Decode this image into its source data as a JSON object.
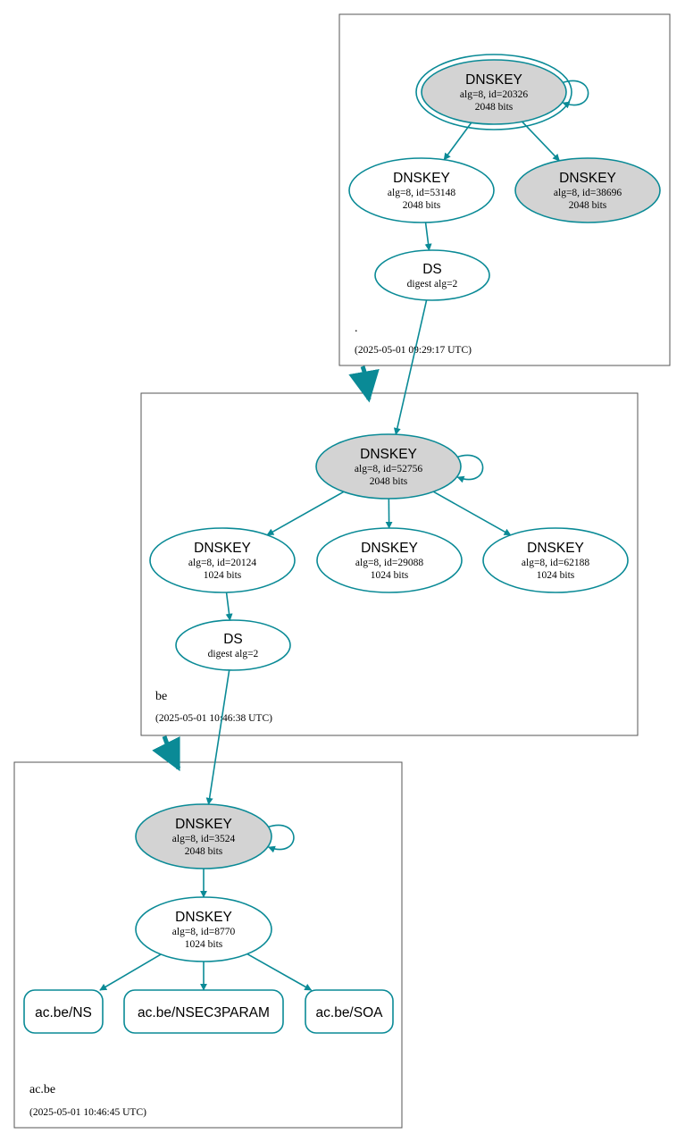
{
  "colors": {
    "edge": "#0a8a96",
    "node_stroke": "#0a8a96",
    "ksk_fill": "#d3d3d3",
    "zone_border": "#555555",
    "text": "#000000"
  },
  "zones": [
    {
      "id": "root",
      "name": ".",
      "timestamp": "(2025-05-01 09:29:17 UTC)"
    },
    {
      "id": "be",
      "name": "be",
      "timestamp": "(2025-05-01 10:46:38 UTC)"
    },
    {
      "id": "acbe",
      "name": "ac.be",
      "timestamp": "(2025-05-01 10:46:45 UTC)"
    }
  ],
  "nodes": [
    {
      "id": "root_ksk",
      "zone": "root",
      "type": "DNSKEY",
      "line2": "alg=8, id=20326",
      "line3": "2048 bits",
      "sep": true,
      "trust_anchor": true
    },
    {
      "id": "root_zsk1",
      "zone": "root",
      "type": "DNSKEY",
      "line2": "alg=8, id=53148",
      "line3": "2048 bits",
      "sep": false
    },
    {
      "id": "root_ksk2",
      "zone": "root",
      "type": "DNSKEY",
      "line2": "alg=8, id=38696",
      "line3": "2048 bits",
      "sep": true
    },
    {
      "id": "be_ds",
      "zone": "root",
      "type": "DS",
      "line2": "digest alg=2",
      "line3": "",
      "sep": false
    },
    {
      "id": "be_ksk",
      "zone": "be",
      "type": "DNSKEY",
      "line2": "alg=8, id=52756",
      "line3": "2048 bits",
      "sep": true
    },
    {
      "id": "be_zsk1",
      "zone": "be",
      "type": "DNSKEY",
      "line2": "alg=8, id=20124",
      "line3": "1024 bits",
      "sep": false
    },
    {
      "id": "be_zsk2",
      "zone": "be",
      "type": "DNSKEY",
      "line2": "alg=8, id=29088",
      "line3": "1024 bits",
      "sep": false
    },
    {
      "id": "be_zsk3",
      "zone": "be",
      "type": "DNSKEY",
      "line2": "alg=8, id=62188",
      "line3": "1024 bits",
      "sep": false
    },
    {
      "id": "acbe_ds",
      "zone": "be",
      "type": "DS",
      "line2": "digest alg=2",
      "line3": "",
      "sep": false
    },
    {
      "id": "acbe_ksk",
      "zone": "acbe",
      "type": "DNSKEY",
      "line2": "alg=8, id=3524",
      "line3": "2048 bits",
      "sep": true
    },
    {
      "id": "acbe_zsk",
      "zone": "acbe",
      "type": "DNSKEY",
      "line2": "alg=8, id=8770",
      "line3": "1024 bits",
      "sep": false
    },
    {
      "id": "rr_ns",
      "zone": "acbe",
      "type": "RRSET",
      "label": "ac.be/NS"
    },
    {
      "id": "rr_nsec3param",
      "zone": "acbe",
      "type": "RRSET",
      "label": "ac.be/NSEC3PARAM"
    },
    {
      "id": "rr_soa",
      "zone": "acbe",
      "type": "RRSET",
      "label": "ac.be/SOA"
    }
  ],
  "edges": [
    {
      "from": "root_ksk",
      "to": "root_ksk",
      "kind": "self"
    },
    {
      "from": "root_ksk",
      "to": "root_zsk1",
      "kind": "sign"
    },
    {
      "from": "root_ksk",
      "to": "root_ksk2",
      "kind": "sign"
    },
    {
      "from": "root_zsk1",
      "to": "be_ds",
      "kind": "sign"
    },
    {
      "from": "be_ds",
      "to": "be_ksk",
      "kind": "ds"
    },
    {
      "from": "root",
      "to": "be",
      "kind": "delegation"
    },
    {
      "from": "be_ksk",
      "to": "be_ksk",
      "kind": "self"
    },
    {
      "from": "be_ksk",
      "to": "be_zsk1",
      "kind": "sign"
    },
    {
      "from": "be_ksk",
      "to": "be_zsk2",
      "kind": "sign"
    },
    {
      "from": "be_ksk",
      "to": "be_zsk3",
      "kind": "sign"
    },
    {
      "from": "be_zsk1",
      "to": "acbe_ds",
      "kind": "sign"
    },
    {
      "from": "acbe_ds",
      "to": "acbe_ksk",
      "kind": "ds"
    },
    {
      "from": "be",
      "to": "acbe",
      "kind": "delegation"
    },
    {
      "from": "acbe_ksk",
      "to": "acbe_ksk",
      "kind": "self"
    },
    {
      "from": "acbe_ksk",
      "to": "acbe_zsk",
      "kind": "sign"
    },
    {
      "from": "acbe_zsk",
      "to": "rr_ns",
      "kind": "sign"
    },
    {
      "from": "acbe_zsk",
      "to": "rr_nsec3param",
      "kind": "sign"
    },
    {
      "from": "acbe_zsk",
      "to": "rr_soa",
      "kind": "sign"
    }
  ]
}
